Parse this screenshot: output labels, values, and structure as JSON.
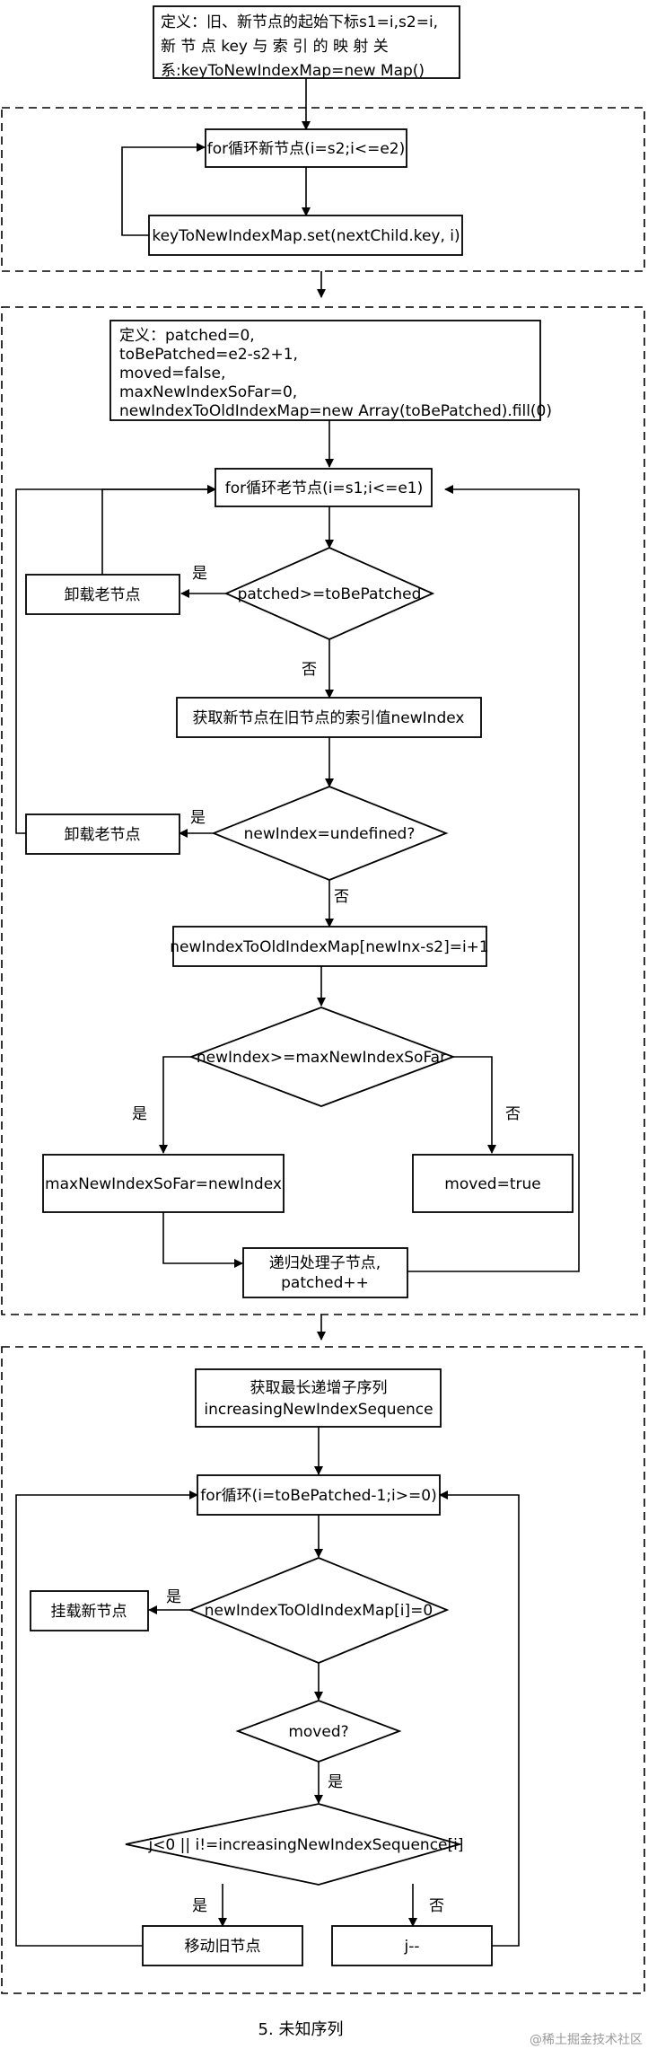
{
  "nodes": {
    "def1": [
      "定义：旧、新节点的起始下标s1=i,s2=i,",
      "新 节 点 key 与 索 引 的 映 射 关",
      "系:keyToNewIndexMap=new Map()"
    ],
    "for_new": [
      "for循环新节点(i=s2;i<=e2)"
    ],
    "set_map": [
      "keyToNewIndexMap.set(nextChild.key, i)"
    ],
    "def2": [
      "定义：patched=0,",
      "toBePatched=e2-s2+1,",
      "moved=false,",
      "maxNewIndexSoFar=0,",
      "newIndexToOldIndexMap=new Array(toBePatched).fill(0)"
    ],
    "for_old": [
      "for循环老节点(i=s1;i<=e1)"
    ],
    "dec_patched": [
      "patched>=toBePatched"
    ],
    "unmount1": [
      "卸载老节点"
    ],
    "get_index": [
      "获取新节点在旧节点的索引值newIndex"
    ],
    "dec_undef": [
      "newIndex=undefined?"
    ],
    "unmount2": [
      "卸载老节点"
    ],
    "set_old_map": [
      "newIndexToOldIndexMap[newInx-s2]=i+1"
    ],
    "dec_max": [
      "newIndex>=maxNewIndexSoFar"
    ],
    "set_max": [
      "maxNewIndexSoFar=newIndex"
    ],
    "set_moved": [
      "moved=true"
    ],
    "recurse": [
      "递归处理子节点,",
      "patched++"
    ],
    "get_seq": [
      "获取最长递增子序列",
      "increasingNewIndexSequence"
    ],
    "for_back": [
      "for循环(i=toBePatched-1;i>=0)"
    ],
    "dec_zero": [
      "newIndexToOldIndexMap[i]=0"
    ],
    "mount_new": [
      "挂载新节点"
    ],
    "dec_moved": [
      "moved?"
    ],
    "dec_seq": [
      "j<0 || i!=increasingNewIndexSequence[i]"
    ],
    "move_old": [
      "移动旧节点"
    ],
    "j_dec": [
      "j--"
    ]
  },
  "edge_labels": {
    "yes_patched": "是",
    "no_patched": "否",
    "yes_undef": "是",
    "no_undef": "否",
    "yes_max": "是",
    "no_max": "否",
    "yes_zero": "是",
    "yes_moved": "是",
    "yes_seq": "是",
    "no_seq": "否"
  },
  "caption": "5. 未知序列",
  "watermark": "@稀土掘金技术社区"
}
